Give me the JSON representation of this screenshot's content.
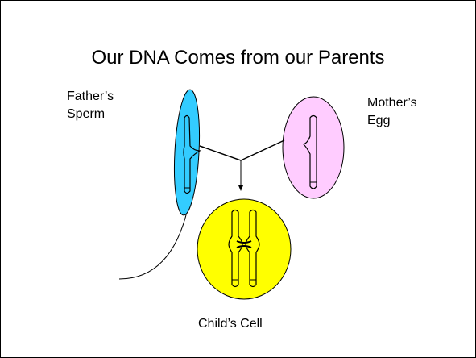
{
  "title": "Our DNA Comes from our Parents",
  "labels": {
    "father": [
      "Father’s",
      "Sperm"
    ],
    "mother": [
      "Mother’s",
      "Egg"
    ],
    "child": "Child’s Cell"
  },
  "colors": {
    "sperm_fill": "#33ccff",
    "egg_fill": "#ffccff",
    "cell_fill": "#ffff00",
    "outline": "#000000",
    "background": "#ffffff"
  }
}
